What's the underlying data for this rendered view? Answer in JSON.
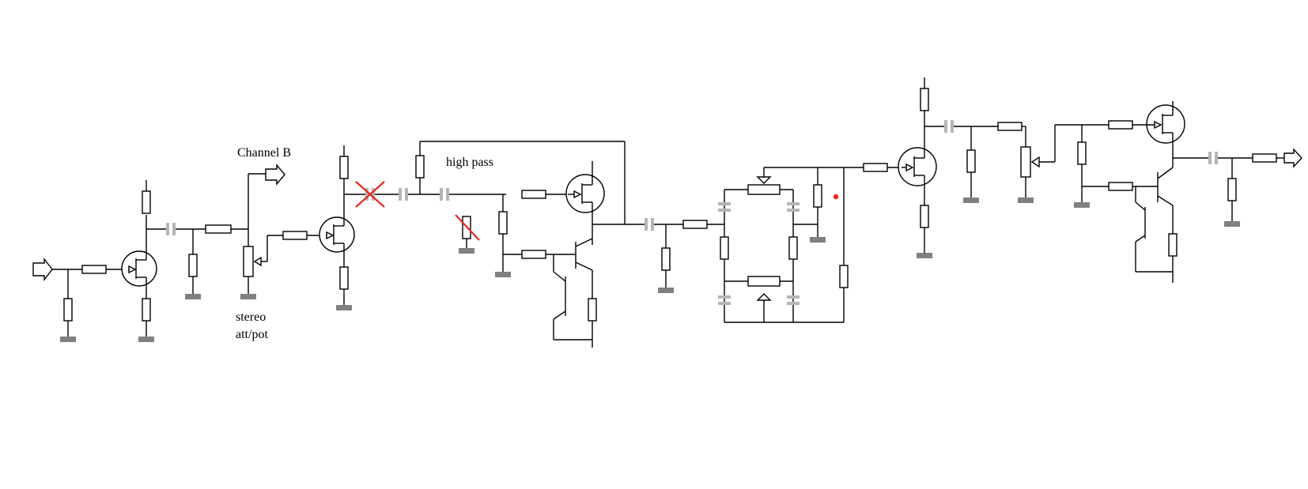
{
  "labels": {
    "channel_b": "Channel B",
    "high_pass": "high pass",
    "stereo": "stereo",
    "att_pot": "att/pot"
  },
  "colors": {
    "wire": "#000000",
    "ground": "#808080",
    "capacitor": "#b5b5b5",
    "strike_mark": "#e8261c"
  }
}
